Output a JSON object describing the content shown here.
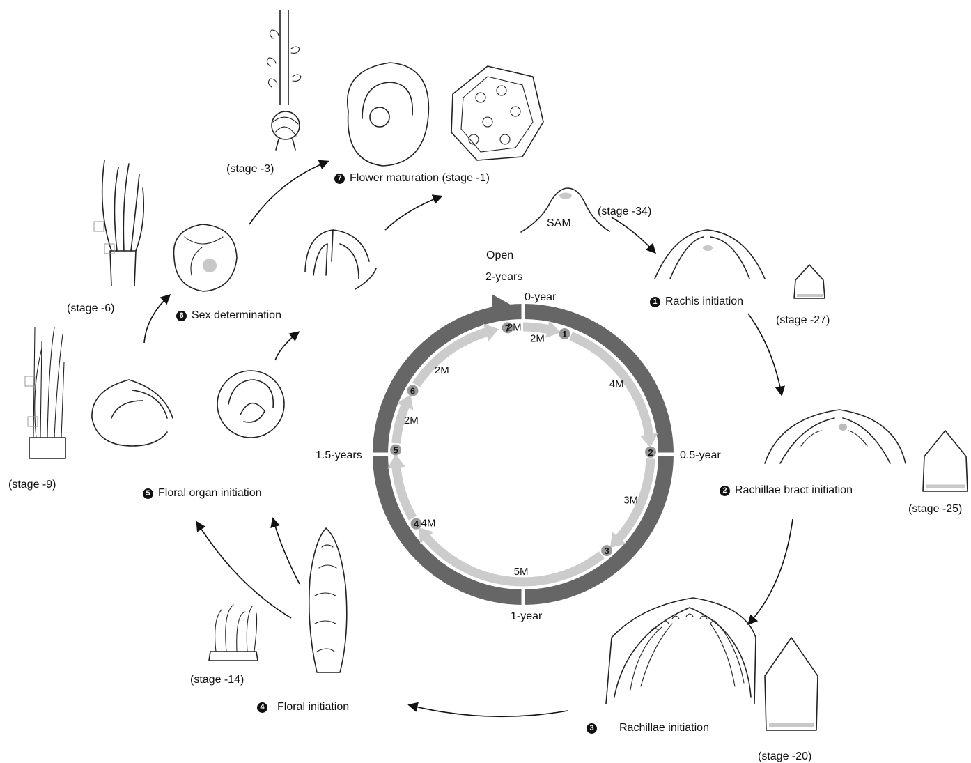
{
  "cycle": {
    "open_label": "Open",
    "two_years": "2-years",
    "zero_year": "0-year",
    "half_year": "0.5-year",
    "one_year": "1-year",
    "one_half_years": "1.5-years",
    "segments": [
      {
        "from": "7",
        "to": "1",
        "months": "2M"
      },
      {
        "from": "1",
        "to": "2",
        "months": "4M"
      },
      {
        "from": "2",
        "to": "3",
        "months": "3M"
      },
      {
        "from": "3",
        "to": "4",
        "months": "5M"
      },
      {
        "from": "4",
        "to": "5",
        "months": "4M"
      },
      {
        "from": "5",
        "to": "6",
        "months": "2M"
      },
      {
        "from": "6",
        "to": "7",
        "months": "2M"
      },
      {
        "from": "7",
        "to": "open",
        "months": "2M"
      }
    ],
    "stage_numbers": [
      "1",
      "2",
      "3",
      "4",
      "5",
      "6",
      "7"
    ],
    "colors": {
      "outer_ring": "#666666",
      "inner_ring": "#cccccc",
      "marker": "#999999"
    }
  },
  "stages": [
    {
      "badge": "1",
      "title": "Rachis initiation"
    },
    {
      "badge": "2",
      "title": "Rachillae bract initiation"
    },
    {
      "badge": "3",
      "title": "Rachillae initiation"
    },
    {
      "badge": "4",
      "title": "Floral initiation"
    },
    {
      "badge": "5",
      "title": "Floral organ initiation"
    },
    {
      "badge": "6",
      "title": "Sex determination"
    },
    {
      "badge": "7",
      "title": "Flower maturation (stage -1)"
    }
  ],
  "sam_label": "SAM",
  "stage_labels": {
    "s34": "(stage -34)",
    "s27": "(stage -27)",
    "s25": "(stage -25)",
    "s20": "(stage -20)",
    "s14": "(stage -14)",
    "s9": "(stage -9)",
    "s6": "(stage -6)",
    "s3": "(stage -3)"
  }
}
